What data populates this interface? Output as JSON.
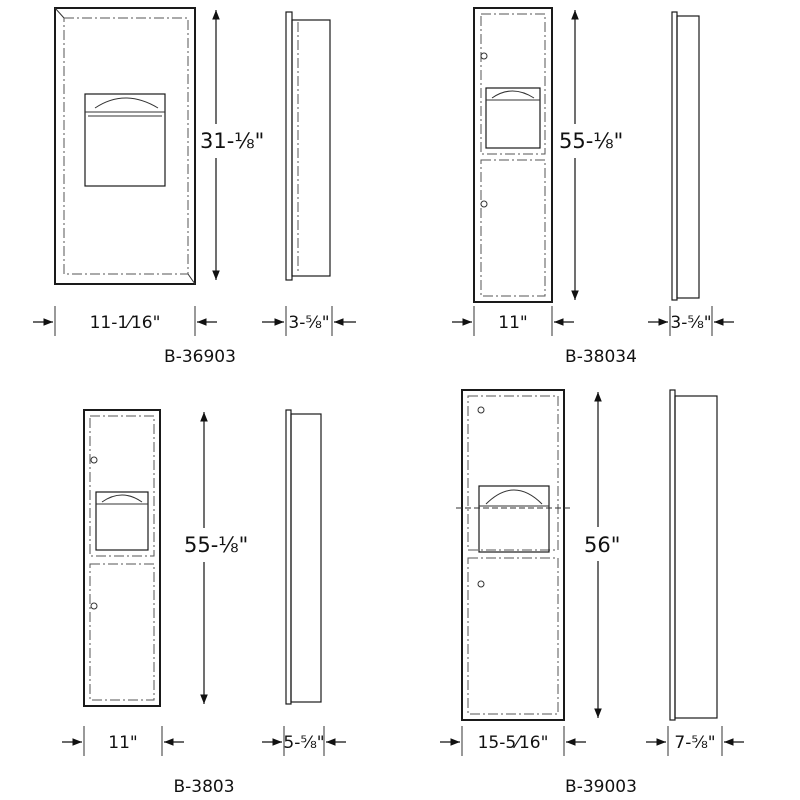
{
  "units": [
    {
      "model": "B-36903",
      "width": "11-1⁄16\"",
      "height": "31-⅛\"",
      "depth": "3-⅝\""
    },
    {
      "model": "B-38034",
      "width": "11\"",
      "height": "55-⅛\"",
      "depth": "3-⅝\""
    },
    {
      "model": "B-3803",
      "width": "11\"",
      "height": "55-⅛\"",
      "depth": "5-⅝\""
    },
    {
      "model": "B-39003",
      "width": "15-5⁄16\"",
      "height": "56\"",
      "depth": "7-⅝\""
    }
  ]
}
